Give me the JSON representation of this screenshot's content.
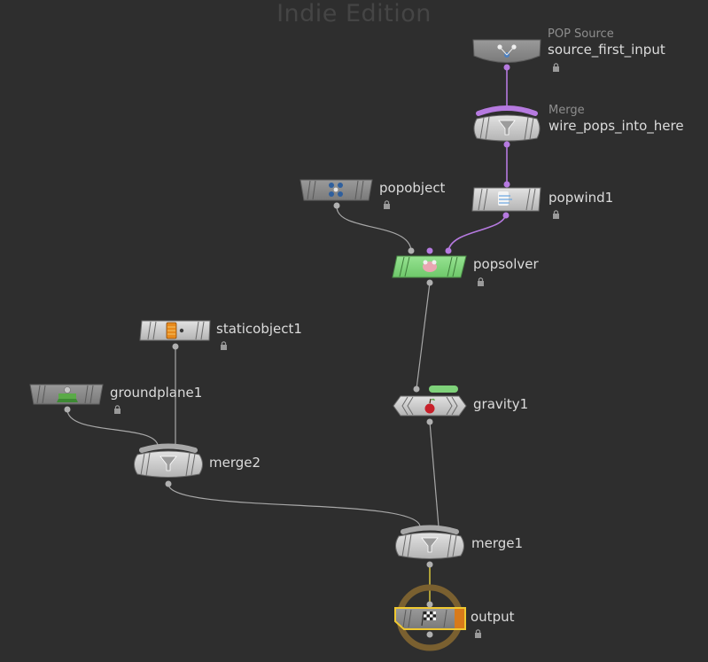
{
  "watermark": "Indie Edition",
  "colors": {
    "background": "#2e2e2e",
    "node_gray": "#c7c7c7",
    "node_display": "#8a8a8a",
    "solver_green": "#7fd27a",
    "wire": "#a8a8a8",
    "pop_wire": "#b67ae0",
    "output_wire": "#e6d23e",
    "output_ring": "#7a6030",
    "render_flag": "#d87a1a",
    "selection": "#f0c830"
  },
  "nodes": [
    {
      "id": "source_first_input",
      "name": "source_first_input",
      "type_label": "POP Source",
      "icon": "pop-source-icon",
      "locked": true
    },
    {
      "id": "wire_pops_into_here",
      "name": "wire_pops_into_here",
      "type_label": "Merge",
      "icon": "merge-funnel-icon",
      "locked": false
    },
    {
      "id": "popwind1",
      "name": "popwind1",
      "icon": "pop-wind-icon",
      "locked": true
    },
    {
      "id": "popobject",
      "name": "popobject",
      "icon": "pop-object-icon",
      "locked": true
    },
    {
      "id": "popsolver",
      "name": "popsolver",
      "icon": "pop-solver-icon",
      "locked": true
    },
    {
      "id": "staticobject1",
      "name": "staticobject1",
      "icon": "static-object-icon",
      "locked": true
    },
    {
      "id": "groundplane1",
      "name": "groundplane1",
      "icon": "ground-plane-icon",
      "locked": true
    },
    {
      "id": "gravity1",
      "name": "gravity1",
      "icon": "gravity-apple-icon",
      "locked": false
    },
    {
      "id": "merge2",
      "name": "merge2",
      "icon": "merge-funnel-icon",
      "locked": false
    },
    {
      "id": "merge1",
      "name": "merge1",
      "icon": "merge-funnel-icon",
      "locked": false
    },
    {
      "id": "output",
      "name": "output",
      "icon": "checkered-flag-icon",
      "locked": true,
      "display_flag": true
    }
  ],
  "wires": [
    {
      "from": "source_first_input",
      "to": "wire_pops_into_here",
      "kind": "pop"
    },
    {
      "from": "wire_pops_into_here",
      "to": "popwind1",
      "kind": "pop"
    },
    {
      "from": "popwind1",
      "to": "popsolver",
      "kind": "pop"
    },
    {
      "from": "popobject",
      "to": "popsolver",
      "kind": "normal"
    },
    {
      "from": "popsolver",
      "to": "gravity1",
      "kind": "normal"
    },
    {
      "from": "staticobject1",
      "to": "merge2",
      "kind": "normal"
    },
    {
      "from": "groundplane1",
      "to": "merge2",
      "kind": "normal"
    },
    {
      "from": "merge2",
      "to": "merge1",
      "kind": "normal"
    },
    {
      "from": "gravity1",
      "to": "merge1",
      "kind": "normal"
    },
    {
      "from": "merge1",
      "to": "output",
      "kind": "display"
    }
  ]
}
